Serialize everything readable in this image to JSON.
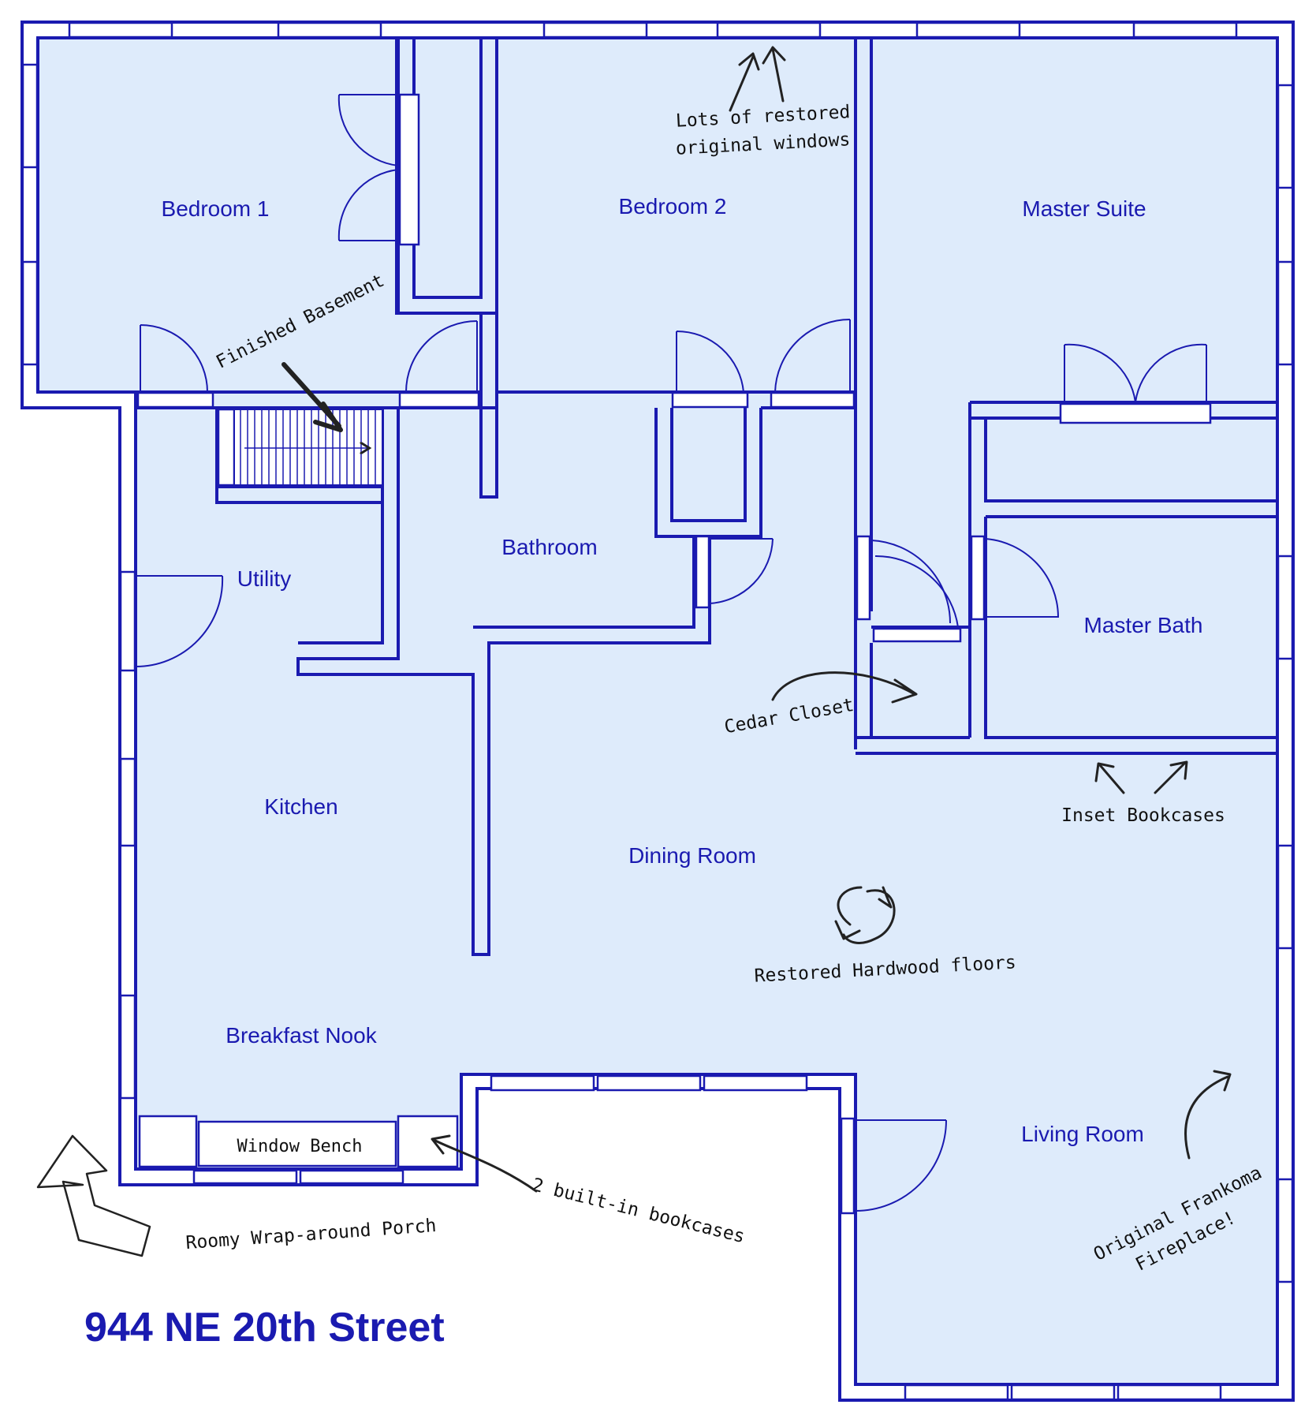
{
  "plan": {
    "address": "944 NE 20th Street",
    "rooms": {
      "bedroom1": "Bedroom 1",
      "bedroom2": "Bedroom 2",
      "master_suite": "Master Suite",
      "utility": "Utility",
      "bathroom": "Bathroom",
      "master_bath": "Master Bath",
      "kitchen": "Kitchen",
      "dining_room": "Dining Room",
      "breakfast_nook": "Breakfast Nook",
      "living_room": "Living Room"
    },
    "fixtures": {
      "window_bench": "Window Bench"
    },
    "notes": {
      "finished_basement": "Finished Basement",
      "windows_line1": "Lots of restored",
      "windows_line2": "original windows",
      "cedar_closet": "Cedar Closet",
      "inset_bookcases": "Inset Bookcases",
      "hardwood_floors": "Restored Hardwood floors",
      "built_in_bookcases": "2 built-in bookcases",
      "porch": "Roomy Wrap-around Porch",
      "fireplace_line1": "Original Frankoma",
      "fireplace_line2": "Fireplace!"
    },
    "colors": {
      "wall": "#1a1ab0",
      "floor": "#deebfb",
      "label": "#1a1ab0",
      "ink": "#111111"
    }
  }
}
